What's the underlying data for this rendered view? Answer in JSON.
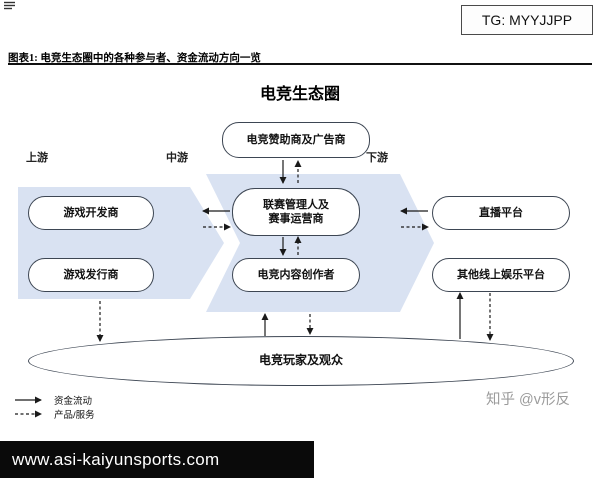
{
  "header": {
    "tg": "TG: MYYJJPP"
  },
  "caption": "图表1: 电竞生态圈中的各种参与者、资金流动方向一览",
  "diagram": {
    "title": "电竞生态圈",
    "sponsor": "电竞赞助商及广告商",
    "stage_labels": {
      "up": "上游",
      "mid": "中游",
      "down": "下游"
    },
    "nodes": {
      "developer": "游戏开发商",
      "publisher": "游戏发行商",
      "league": "联赛管理人及赛事运营商",
      "league_line1": "联赛管理人及",
      "league_line2": "赛事运营商",
      "creator": "电竞内容创作者",
      "streaming": "直播平台",
      "other": "其他线上娱乐平台"
    },
    "audience": "电竞玩家及观众",
    "legend": {
      "solid": "资金流动",
      "dashed": "产品/服务"
    }
  },
  "watermark": "知乎 @v形反",
  "footer": {
    "url": "www.asi-kaiyunsports.com"
  },
  "colors": {
    "band": "#d9e2f2",
    "node_border": "#3d4653",
    "arrow": "#1a1a1a",
    "footer_bg": "#0a0a0a",
    "watermark": "#9b9b9b"
  }
}
